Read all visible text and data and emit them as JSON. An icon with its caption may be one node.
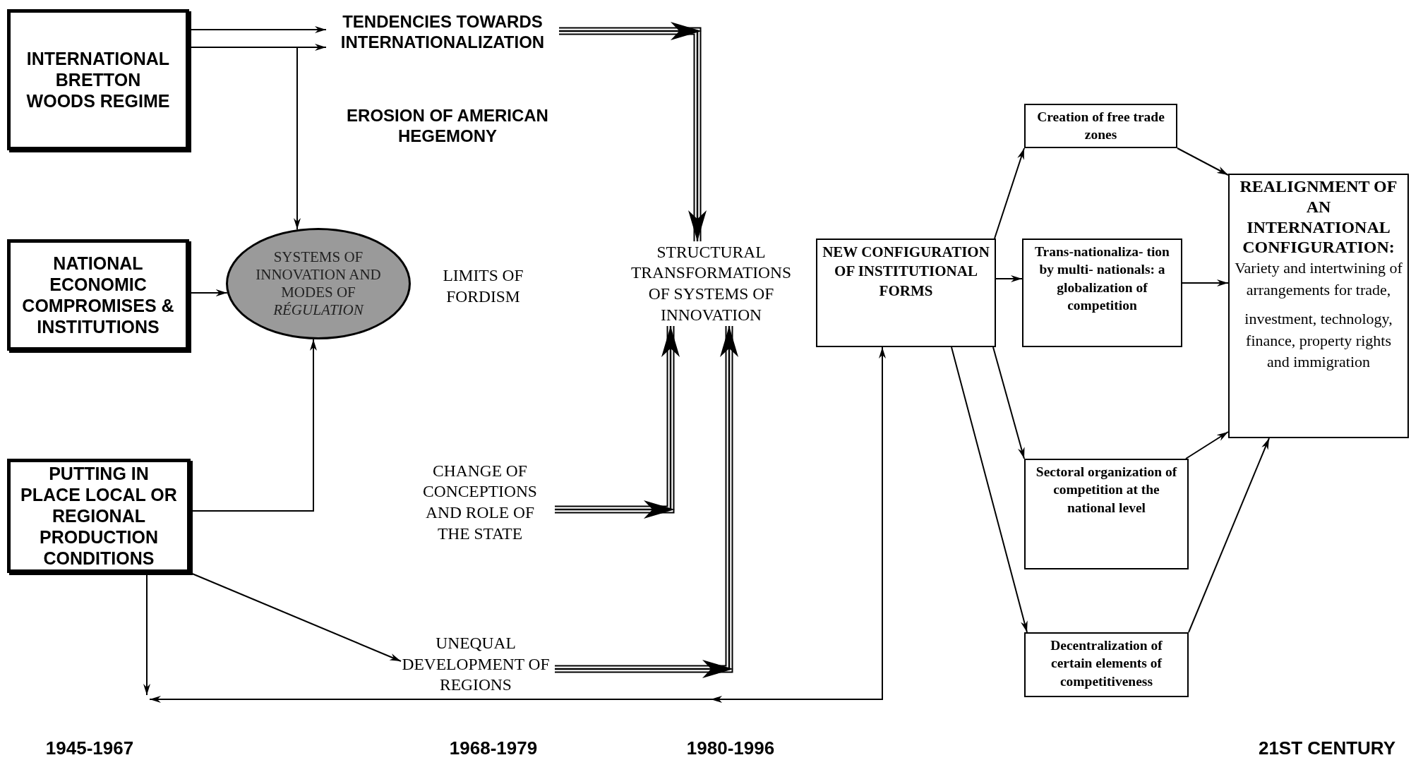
{
  "diagram": {
    "nodes": [
      {
        "text": [
          "INTERNATIONAL BRETTON WOODS REGIME"
        ]
      },
      {
        "text": [
          "TENDENCIES TOWARDS INTERNATIONALIZATION"
        ]
      },
      {
        "text": [
          "NATIONAL ECONOMIC COMPROMISES & INSTITUTIONS"
        ]
      },
      {
        "text": [
          "SYSTEMS OF INNOVATION AND MODES OF *RÉGULATION*"
        ]
      },
      {
        "text": [
          "STRUCTURAL TRANSFORMATIONS OF SYSTEMS OF INNOVATION"
        ]
      },
      {
        "text": [
          "NEW CONFIGURATION OF INSTITUTIONAL FORMS"
        ]
      },
      {
        "text": [
          "Creation of free trade zones"
        ]
      },
      {
        "text": [
          "Trans-nationaliza- tion by multi- nationals: a globalization of competition"
        ]
      },
      {
        "text": [
          "REALIGNMENT OF AN INTERNATIONAL CONFIGURATION:",
          "Variety and intertwining of arrangements for trade,",
          "investment, technology, finance, property rights and immigration"
        ]
      },
      {
        "text": [
          "PUTTING IN PLACE LOCAL OR REGIONAL PRODUCTION CONDITIONS"
        ]
      },
      {
        "text": [
          "CHANGE OF CONCEPTIONS AND ROLE OF THE STATE"
        ]
      },
      {
        "text": [
          "Sectoral organization of competition at the national level"
        ]
      },
      {
        "text": [
          "UNEQUAL DEVELOPMENT OF REGIONS"
        ]
      },
      {
        "text": [
          "Decentralization of certain elements of competitiveness"
        ]
      }
    ],
    "edges": [
      {
        "from": 0,
        "to": 1,
        "arrow": "to"
      },
      {
        "from": 0,
        "to": 1,
        "arrow": "to"
      },
      {
        "from": 0,
        "to": 3,
        "arrow": "to"
      },
      {
        "from": 2,
        "to": 3,
        "arrow": "to"
      },
      {
        "from": 9,
        "to": 3,
        "arrow": "to"
      },
      {
        "from": 9,
        "to": 12,
        "arrow": "to"
      },
      {
        "from": 9,
        "to": null,
        "arrow": "to"
      },
      {
        "from": null,
        "to": 5,
        "arrow": "both"
      },
      {
        "from": 1,
        "to": 4,
        "arrow": "to",
        "style": "thick"
      },
      {
        "from": 10,
        "to": 4,
        "arrow": "to",
        "style": "thick"
      },
      {
        "from": 12,
        "to": 4,
        "arrow": "to",
        "style": "thick"
      },
      {
        "from": 5,
        "to": 6,
        "arrow": "to"
      },
      {
        "from": 5,
        "to": 7,
        "arrow": "to"
      },
      {
        "from": 5,
        "to": 11,
        "arrow": "to"
      },
      {
        "from": 5,
        "to": 13,
        "arrow": "to"
      },
      {
        "from": 6,
        "to": 8,
        "arrow": "to"
      },
      {
        "from": 7,
        "to": 8,
        "arrow": "to"
      },
      {
        "from": 11,
        "to": 8,
        "arrow": "to"
      },
      {
        "from": 13,
        "to": 8,
        "arrow": "to"
      }
    ],
    "labels": [
      "EROSION OF AMERICAN HEGEMONY",
      "LIMITS OF FORDISM",
      "1945-1967",
      "1968-1979",
      "1980-1996",
      "21ST CENTURY"
    ]
  }
}
